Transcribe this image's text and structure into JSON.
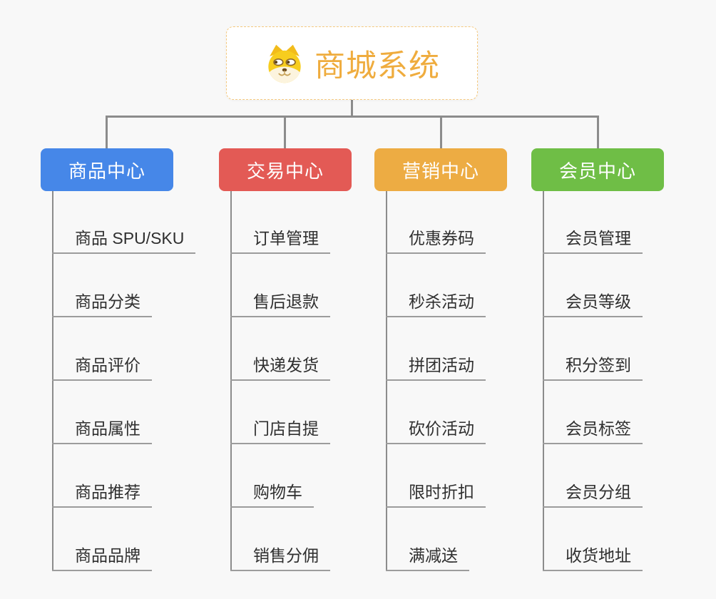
{
  "canvas": {
    "bg": "#f8f8f8",
    "line_color": "#8c8c8c",
    "underline_color": "#9c9c9c"
  },
  "root": {
    "title": "商城系统",
    "icon": "dog-face-icon",
    "text_color": "#efac3e",
    "border_color": "#f5c97f"
  },
  "branches": [
    {
      "label": "商品中心",
      "color": "#4687e8",
      "items": [
        "商品 SPU/SKU",
        "商品分类",
        "商品评价",
        "商品属性",
        "商品推荐",
        "商品品牌"
      ]
    },
    {
      "label": "交易中心",
      "color": "#e35a55",
      "items": [
        "订单管理",
        "售后退款",
        "快递发货",
        "门店自提",
        "购物车",
        "销售分佣"
      ]
    },
    {
      "label": "营销中心",
      "color": "#edac43",
      "items": [
        "优惠券码",
        "秒杀活动",
        "拼团活动",
        "砍价活动",
        "限时折扣",
        "满减送"
      ]
    },
    {
      "label": "会员中心",
      "color": "#6fbe46",
      "items": [
        "会员管理",
        "会员等级",
        "积分签到",
        "会员标签",
        "会员分组",
        "收货地址"
      ]
    }
  ]
}
